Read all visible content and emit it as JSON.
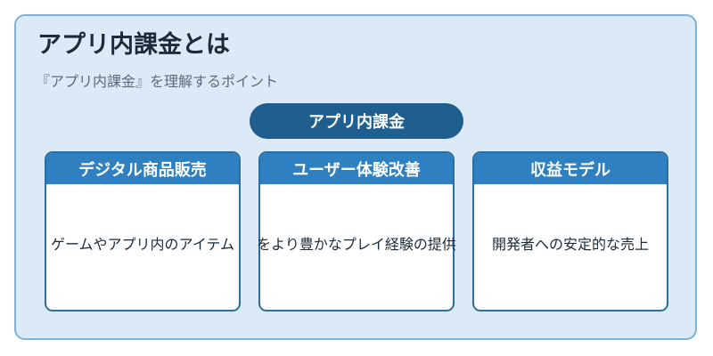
{
  "title": "アプリ内課金とは",
  "subtitle": "『アプリ内課金』を理解するポイント",
  "center_label": "アプリ内課金",
  "cards": [
    {
      "header": "デジタル商品販売",
      "body": "ゲームやアプリ内のアイテム"
    },
    {
      "header": "ユーザー体験改善",
      "body": "をより豊かなプレイ経験の提供"
    },
    {
      "header": "収益モデル",
      "body": "開発者への安定的な売上"
    }
  ],
  "colors": {
    "background": "#dbeaf6",
    "pill": "#1f5f8f",
    "card_header": "#2f80c0",
    "card_border": "#2e6e9e"
  }
}
